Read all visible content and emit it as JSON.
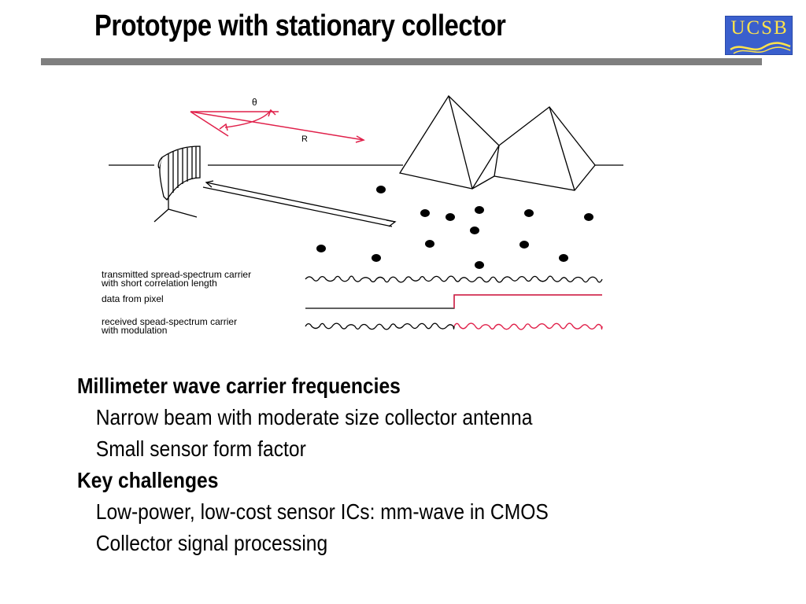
{
  "slide": {
    "title": "Prototype with stationary collector",
    "logo_text": "UCSB",
    "colors": {
      "rule": "#7f7f7f",
      "accent_red": "#e0204a",
      "logo_bg": "#3a5fcd",
      "logo_text": "#ffe34a"
    }
  },
  "diagram": {
    "theta_label": "θ",
    "range_label": "R",
    "signal_labels": [
      {
        "line1": "transmitted spread-spectrum carrier",
        "line2": "with short correlation length"
      },
      {
        "line1": "data from pixel",
        "line2": ""
      },
      {
        "line1": "received spead-spectrum carrier",
        "line2": "with modulation"
      }
    ]
  },
  "bullets": [
    {
      "level": 1,
      "text": "Millimeter wave carrier frequencies"
    },
    {
      "level": 2,
      "text": "Narrow beam with moderate size collector antenna"
    },
    {
      "level": 2,
      "text": "Small sensor form factor"
    },
    {
      "level": 1,
      "text": "Key challenges"
    },
    {
      "level": 2,
      "text": "Low-power, low-cost sensor ICs: mm-wave in CMOS"
    },
    {
      "level": 2,
      "text": "Collector signal processing"
    }
  ]
}
